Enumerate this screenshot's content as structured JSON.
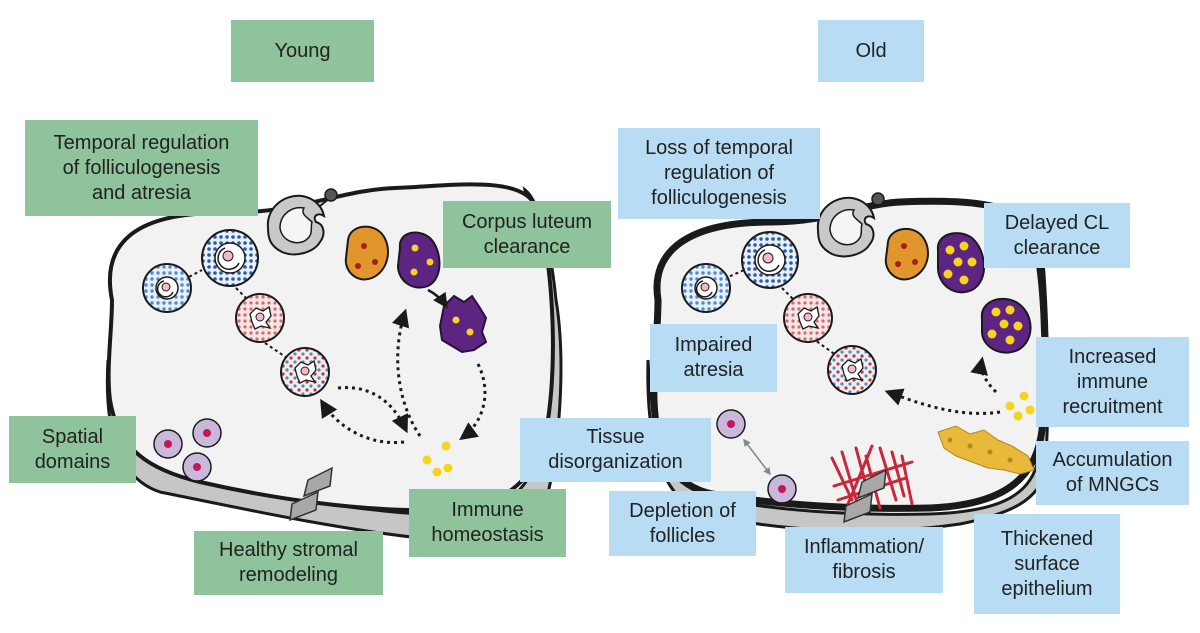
{
  "young": {
    "title": "Young",
    "labels": {
      "temporal": "Temporal regulation\nof folliculogenesis\nand atresia",
      "corpus": "Corpus luteum\nclearance",
      "spatial": "Spatial\ndomains",
      "immune": "Immune\nhomeostasis",
      "stromal": "Healthy stromal\nremodeling"
    }
  },
  "old": {
    "title": "Old",
    "labels": {
      "loss": "Loss of temporal\nregulation of\nfolliculogenesis",
      "delayed": "Delayed CL\nclearance",
      "impaired": "Impaired\natresia",
      "increased": "Increased\nimmune\nrecruitment",
      "tissue": "Tissue\ndisorganization",
      "accum": "Accumulation\nof MNGCs",
      "depletion": "Depletion of\nfollicles",
      "inflam": "Inflammation/\nfibrosis",
      "thick": "Thickened\nsurface\nepithelium"
    }
  },
  "colors": {
    "young_label": "#8fc39b",
    "old_label": "#b7dcf3",
    "corpus_luteum_orange": "#e0962c",
    "corpus_luteum_purple": "#5d2482",
    "immune_cell": "#f5d31e",
    "fibrosis": "#c8283a",
    "mngc": "#e8b93a"
  }
}
